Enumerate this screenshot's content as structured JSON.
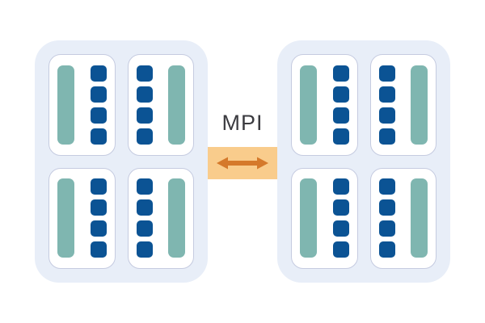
{
  "diagram": {
    "mpi_label": "MPI",
    "link": {
      "type": "bidirectional-arrow",
      "label": "MPI"
    },
    "colors": {
      "node_fill": "#E8EEF8",
      "card_fill": "#FFFFFF",
      "card_border": "#C5CBE0",
      "teal_bar": "#7FB6B0",
      "core_blue": "#0B5394",
      "band_fill": "#F9CC8C",
      "arrow_orange": "#D5792B",
      "label_color": "#3B3B40"
    },
    "nodes": [
      {
        "name": "node-left",
        "sockets": [
          {
            "layout": "bar-left",
            "cores": 4
          },
          {
            "layout": "bar-right",
            "cores": 4
          },
          {
            "layout": "bar-left",
            "cores": 4
          },
          {
            "layout": "bar-right",
            "cores": 4
          }
        ]
      },
      {
        "name": "node-right",
        "sockets": [
          {
            "layout": "bar-left",
            "cores": 4
          },
          {
            "layout": "bar-right",
            "cores": 4
          },
          {
            "layout": "bar-left",
            "cores": 4
          },
          {
            "layout": "bar-right",
            "cores": 4
          }
        ]
      }
    ]
  }
}
